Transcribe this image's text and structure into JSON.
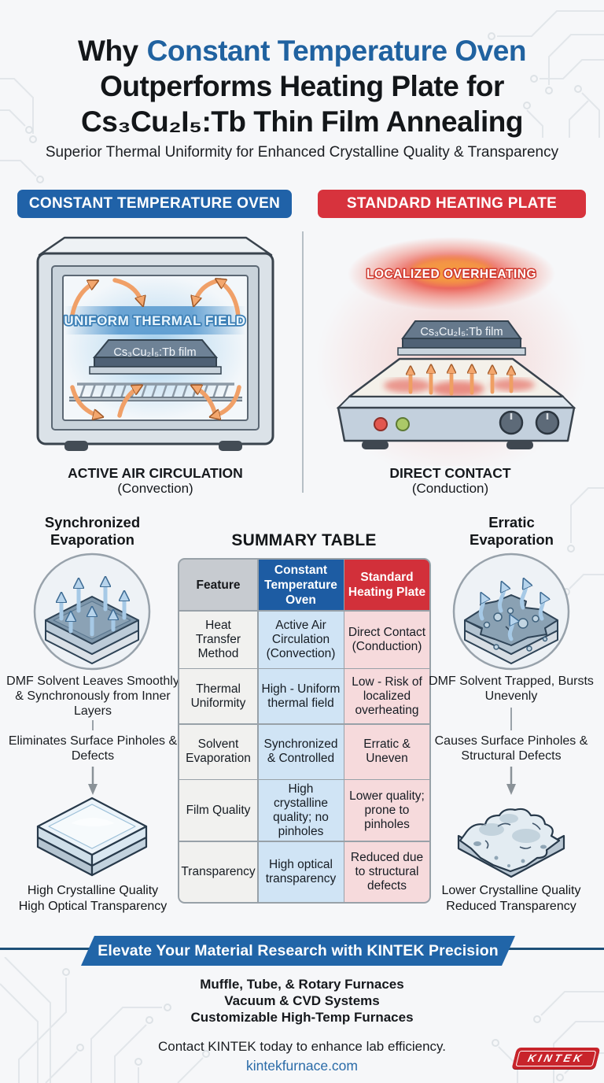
{
  "header": {
    "title_prefix": "Why",
    "title_highlight": "Constant Temperature Oven",
    "title_line2": "Outperforms Heating Plate for",
    "title_line3": "Cs₃Cu₂I₅:Tb Thin Film Annealing",
    "subtitle": "Superior Thermal Uniformity for Enhanced Crystalline Quality & Transparency"
  },
  "comparison": {
    "oven_banner": "CONSTANT TEMPERATURE OVEN",
    "plate_banner": "STANDARD HEATING PLATE",
    "oven": {
      "thermal_label": "UNIFORM THERMAL FIELD",
      "film_label": "Cs₃Cu₂I₅:Tb film",
      "caption": "ACTIVE AIR CIRCULATION",
      "caption_sub": "(Convection)"
    },
    "plate": {
      "overheat_label": "LOCALIZED OVERHEATING",
      "film_label": "Cs₃Cu₂I₅:Tb film",
      "caption": "DIRECT CONTACT",
      "caption_sub": "(Conduction)"
    }
  },
  "left_column": {
    "heading_line1": "Synchronized",
    "heading_line2": "Evaporation",
    "text1": "DMF Solvent Leaves Smoothly & Synchronously from Inner Layers",
    "text2": "Eliminates Surface Pinholes & Defects",
    "result_line1": "High Crystalline Quality",
    "result_line2": "High Optical Transparency"
  },
  "right_column": {
    "heading_line1": "Erratic",
    "heading_line2": "Evaporation",
    "text1": "DMF Solvent Trapped, Bursts Unevenly",
    "text2": "Causes Surface Pinholes & Structural Defects",
    "result_line1": "Lower Crystalline Quality",
    "result_line2": "Reduced Transparency"
  },
  "summary_table": {
    "title": "SUMMARY TABLE",
    "headers": [
      "Feature",
      "Constant Temperature Oven",
      "Standard Heating Plate"
    ],
    "rows": [
      {
        "cells": [
          "Heat Transfer Method",
          "Active Air Circulation (Convection)",
          "Direct Contact (Conduction)"
        ]
      },
      {
        "cells": [
          "Thermal Uniformity",
          "High - Uniform thermal field",
          "Low - Risk of localized overheating"
        ]
      },
      {
        "cells": [
          "Solvent Evaporation",
          "Synchronized & Controlled",
          "Erratic & Uneven"
        ]
      },
      {
        "cells": [
          "Film Quality",
          "High crystalline quality; no pinholes",
          "Lower quality; prone to pinholes"
        ]
      },
      {
        "cells": [
          "Transparency",
          "High optical transparency",
          "Reduced due to structural defects"
        ]
      }
    ]
  },
  "footer": {
    "banner": "Elevate Your Material Research with KINTEK Precision",
    "products": [
      "Muffle, Tube, & Rotary Furnaces",
      "Vacuum & CVD Systems",
      "Customizable High-Temp Furnaces"
    ],
    "contact": "Contact KINTEK today to enhance lab efficiency.",
    "website": "kintekfurnace.com",
    "logo_text": "KINTEK"
  },
  "colors": {
    "accent_blue": "#2062a8",
    "accent_red": "#d7333d",
    "table_blue": "#1d5ca3",
    "table_red": "#d2303a",
    "link_blue": "#2a6ba8",
    "logo_red": "#c8242b"
  }
}
